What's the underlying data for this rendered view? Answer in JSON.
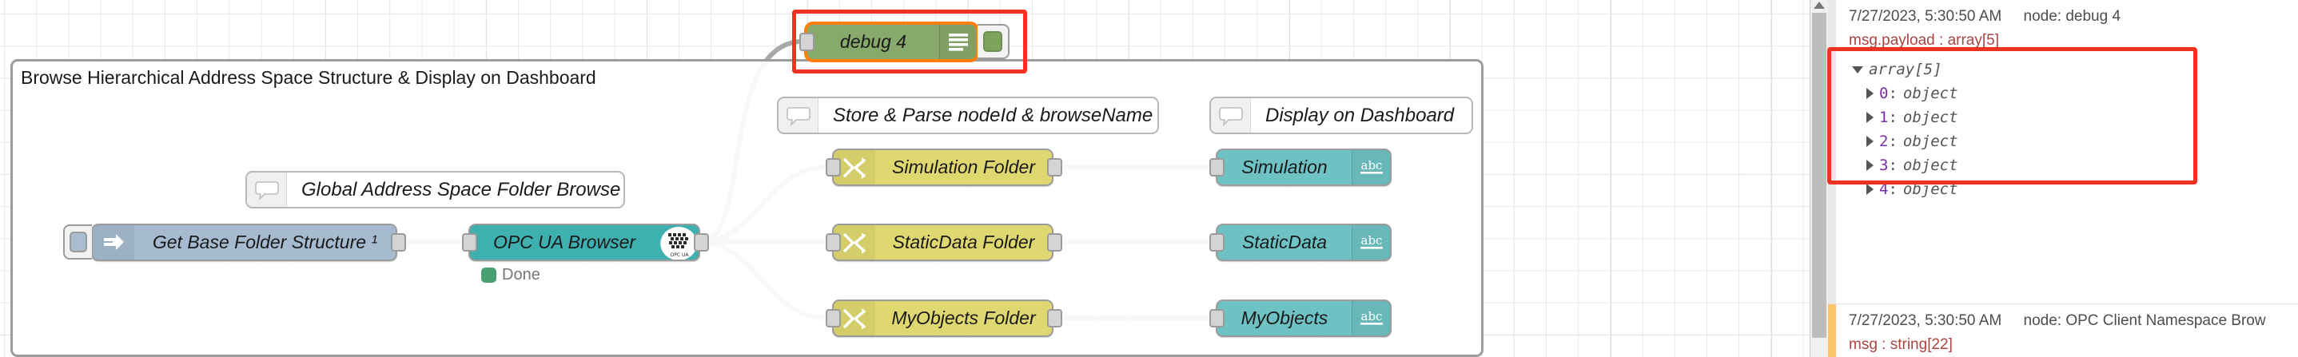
{
  "canvas": {
    "group": {
      "title": "Browse Hierarchical Address Space Structure & Display on Dashboard"
    },
    "comments": [
      {
        "label": "Global Address Space Folder Browse",
        "icon": "comment-icon"
      },
      {
        "label": "Store & Parse nodeId & browseName",
        "icon": "comment-icon"
      },
      {
        "label": "Display on Dashboard",
        "icon": "comment-icon"
      }
    ],
    "nodes": [
      {
        "id": "inject",
        "label": "Get Base Folder Structure ¹",
        "type": "inject",
        "color": "#a6bbd0",
        "icon": "inject-arrow-icon"
      },
      {
        "id": "opcua",
        "label": "OPC UA Browser",
        "type": "opcua-browser",
        "color": "#3fb0b0",
        "icon": "opc-ua-icon",
        "status": "Done",
        "status_color": "#4aa071"
      },
      {
        "id": "debug4",
        "label": "debug 4",
        "type": "debug",
        "color": "#87a96b",
        "icon": "debug-lines-icon",
        "selected": true
      },
      {
        "id": "fn1",
        "label": "Simulation Folder",
        "type": "switch",
        "color": "#ddd濃",
        "icon": "switch-icon"
      },
      {
        "id": "fn2",
        "label": "StaticData Folder",
        "type": "switch",
        "icon": "switch-icon"
      },
      {
        "id": "fn3",
        "label": "MyObjects Folder",
        "type": "switch",
        "icon": "switch-icon"
      },
      {
        "id": "ui1",
        "label": "Simulation",
        "type": "ui-text",
        "icon": "abc-icon"
      },
      {
        "id": "ui2",
        "label": "StaticData",
        "type": "ui-text",
        "icon": "abc-icon"
      },
      {
        "id": "ui3",
        "label": "MyObjects",
        "type": "ui-text",
        "icon": "abc-icon"
      }
    ],
    "colors": {
      "inject": "#a6bbd0",
      "opcua_teal": "#3fb0b0",
      "debug_green": "#87a96b",
      "switch_yellow": "#dfd870",
      "ui_teal": "#6ec2c4",
      "selection_orange": "#ff7f0e",
      "annotation_red": "#ee3322",
      "wire_gray": "#a8a8a8"
    }
  },
  "sidebar": {
    "messages": [
      {
        "timestamp": "7/27/2023, 5:30:50 AM",
        "node": "node: debug 4",
        "topic": "msg.payload : array[5]",
        "root": "array[5]",
        "items": [
          {
            "key": "0",
            "value": "object"
          },
          {
            "key": "1",
            "value": "object"
          },
          {
            "key": "2",
            "value": "object"
          },
          {
            "key": "3",
            "value": "object"
          },
          {
            "key": "4",
            "value": "object"
          }
        ],
        "highlighted": true
      },
      {
        "timestamp": "7/27/2023, 5:30:50 AM",
        "node": "node: OPC Client Namespace Brow",
        "topic": "msg : string[22]",
        "warn": true
      }
    ]
  }
}
